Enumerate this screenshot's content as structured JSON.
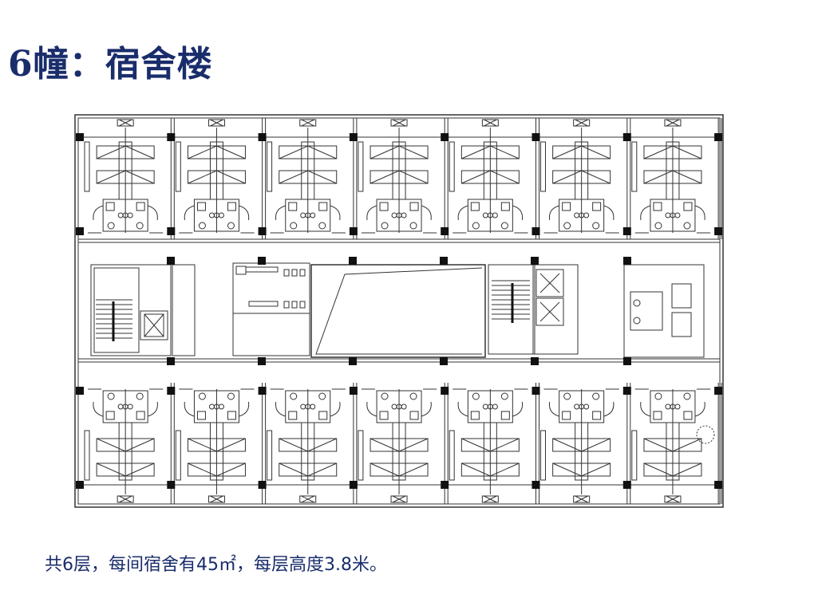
{
  "slide": {
    "title": "6幢：宿舍楼",
    "caption": "共6层，每间宿舍有45㎡，每层高度3.8米。"
  },
  "floor_plan": {
    "rooms_per_side": 7,
    "line_color": "#333333",
    "column_color": "#111111"
  }
}
